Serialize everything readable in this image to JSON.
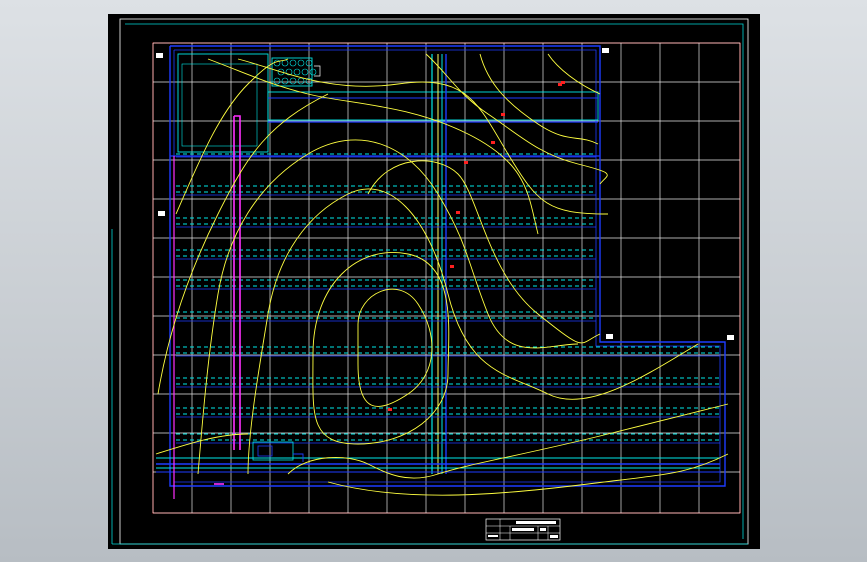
{
  "drawing": {
    "colors": {
      "background": "#000000",
      "viewport_frame": "#ffffff",
      "inner_frame_cyan": "#00d8d8",
      "drawing_border": "#ff2020",
      "grid": "#ffffff",
      "pipes_blue": "#1e3cff",
      "pipes_cyan": "#00e8e8",
      "contours": "#ffff40",
      "riser_magenta": "#ff30ff",
      "markers": "#ff2020",
      "hatch": "#00e0e0"
    },
    "icons": [
      "hatch-block",
      "axis-tag",
      "title-block"
    ]
  },
  "labels": {
    "axis_tag_top_left": "",
    "axis_tag_top_right": "",
    "axis_tag_mid_left": "",
    "axis_tag_mid_right": "",
    "axis_tag_right_end": ""
  },
  "title_block": {
    "title": "",
    "drawing_no": ""
  }
}
